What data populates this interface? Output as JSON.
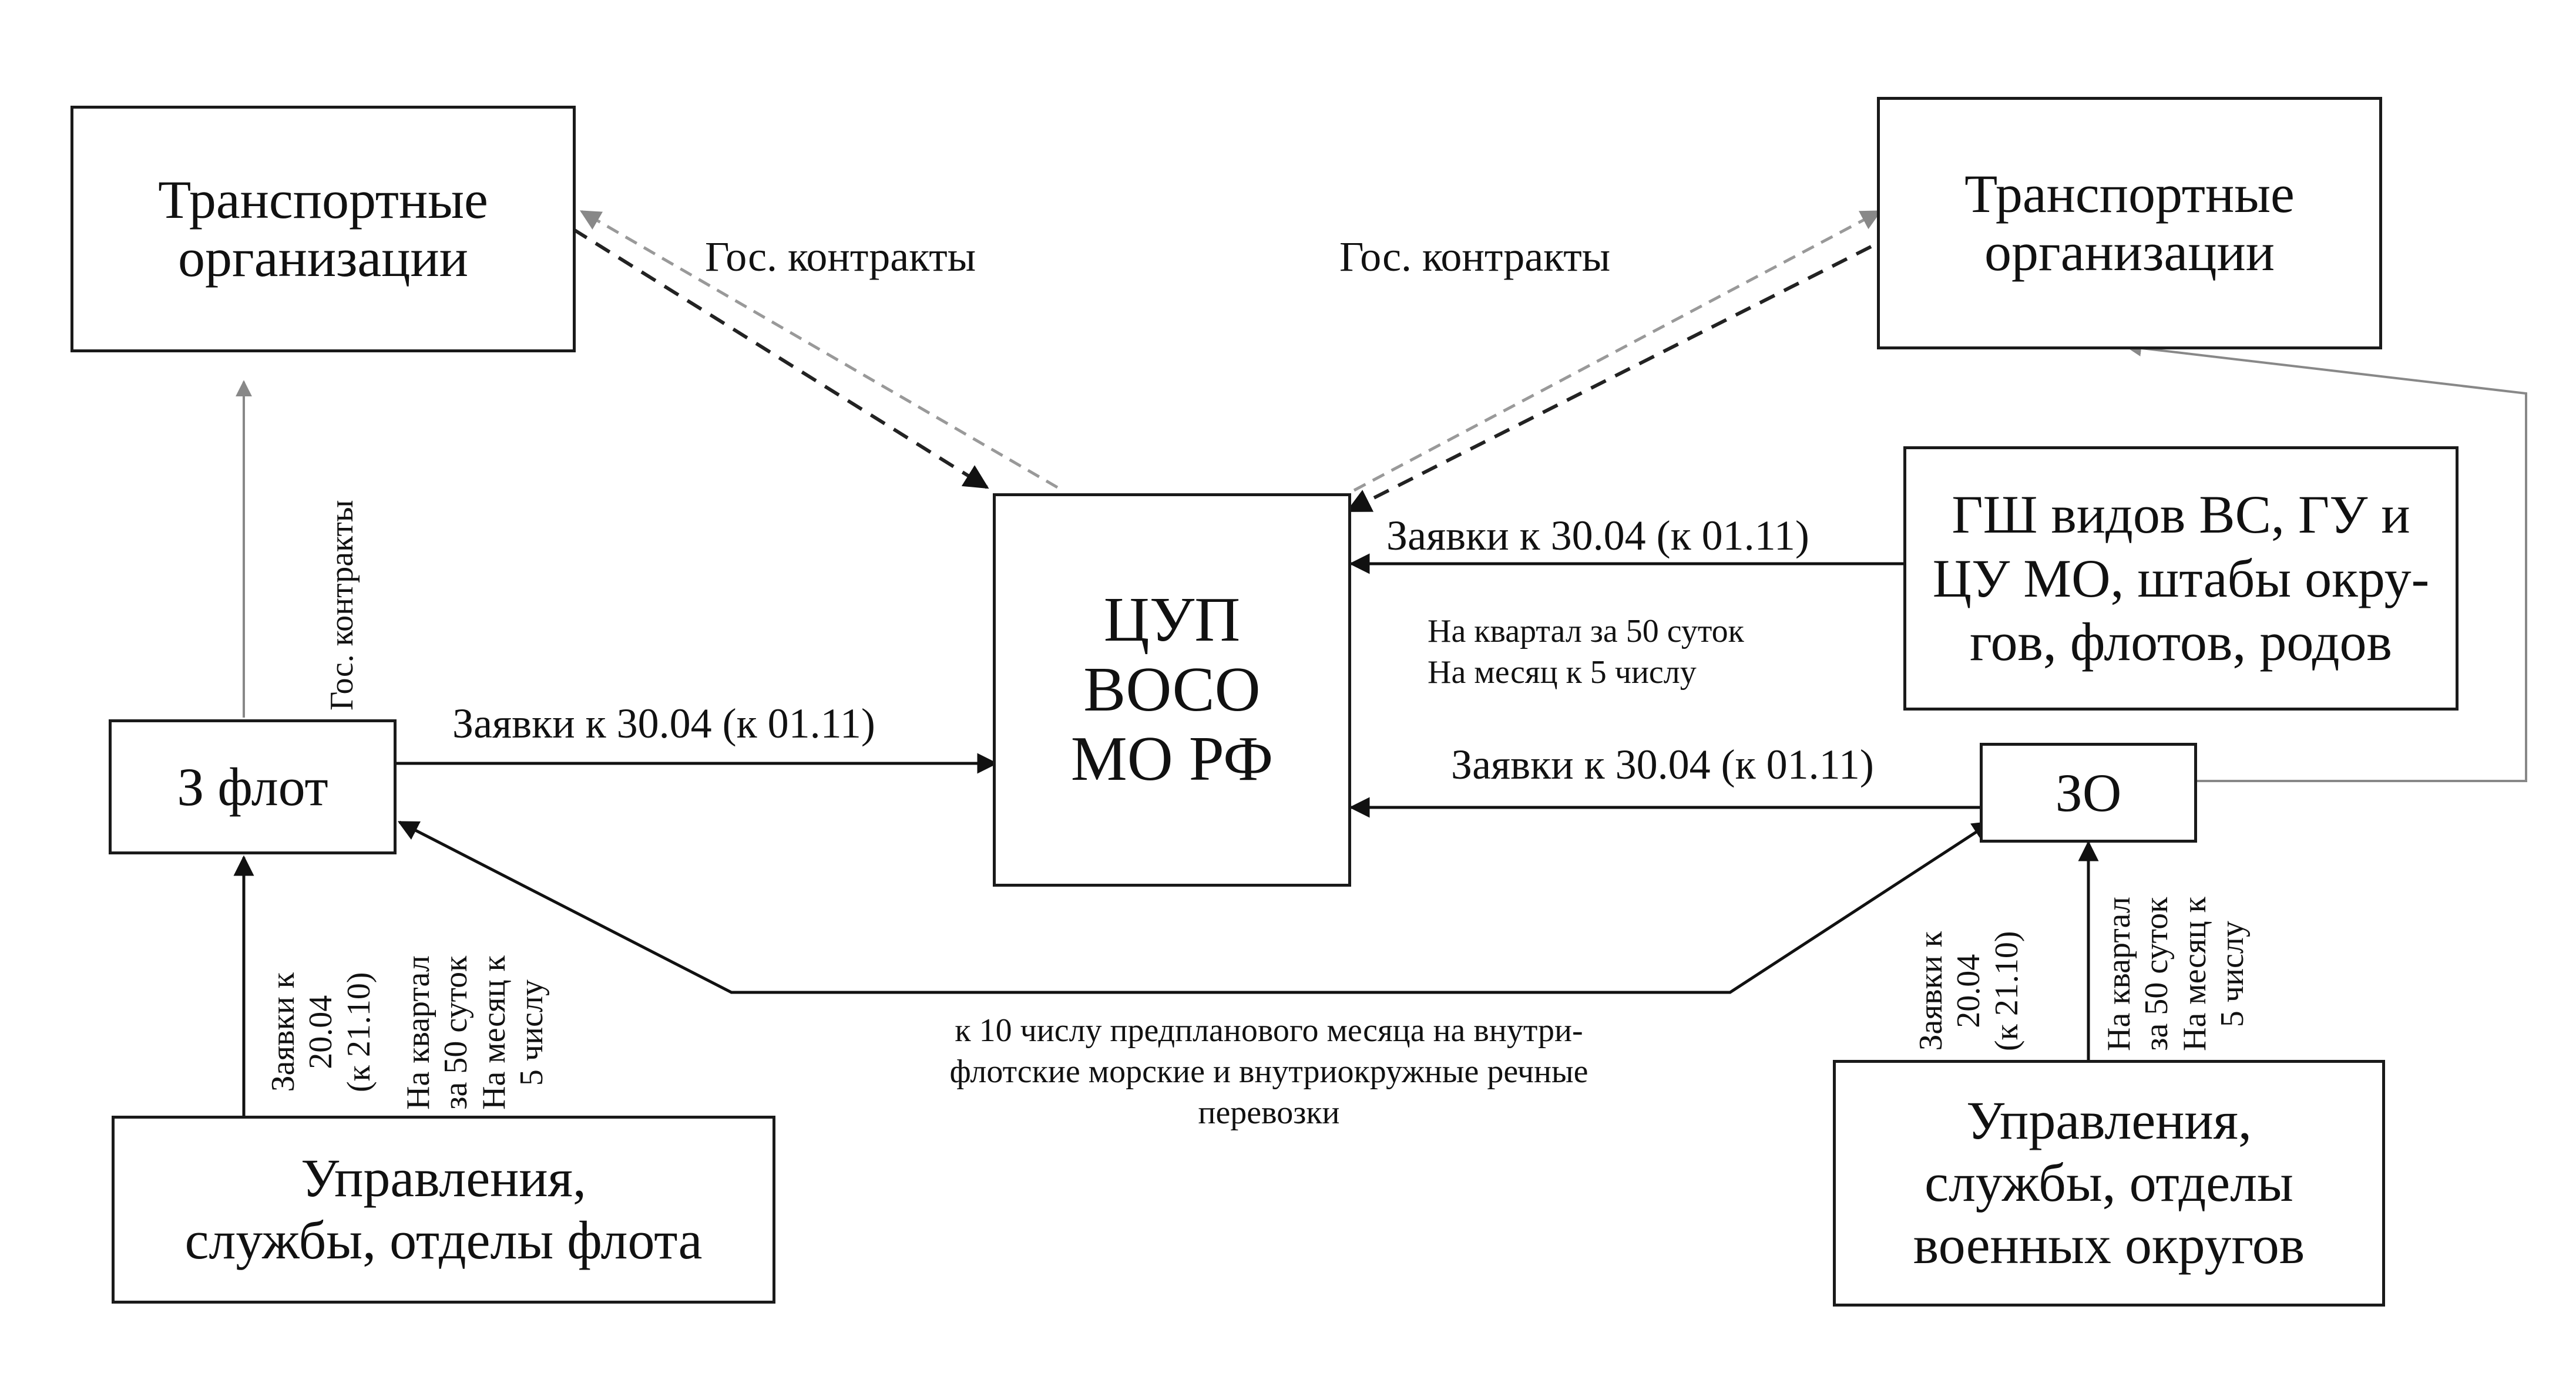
{
  "boxes": {
    "transport_left": [
      "Транспортные",
      "организации"
    ],
    "transport_right": [
      "Транспортные",
      "организации"
    ],
    "center": [
      "ЦУП",
      "ВОСО",
      "МО РФ"
    ],
    "flot": "З флот",
    "gsh": [
      "ГШ видов ВС, ГУ и",
      "ЦУ МО, штабы окру-",
      "гов, флотов, родов"
    ],
    "zo": "ЗО",
    "upr_flota": [
      "Управления,",
      "службы, отделы флота"
    ],
    "upr_okrugov": [
      "Управления,",
      "службы, отделы",
      "военных округов"
    ]
  },
  "labels": {
    "gos_left": "Гос. контракты",
    "gos_right": "Гос. контракты",
    "gos_vertical": "Гос. контракты",
    "zayavki_flot": "Заявки к 30.04 (к 01.11)",
    "zayavki_gsh": "Заявки к 30.04 (к 01.11)",
    "zayavki_zo": "Заявки к 30.04 (к 01.11)",
    "srok_gsh": [
      "На квартал за 50 суток",
      "На месяц к 5 числу"
    ],
    "bottom_note": [
      "к 10 числу предпланового месяца на внутри-",
      "флотские морские  и внутриокружные  речные",
      "перевозки"
    ],
    "flot_zayavki_vert": [
      "Заявки к",
      "20.04",
      "(к 21.10)"
    ],
    "flot_srok_vert": [
      "На квартал",
      "за 50 суток",
      "На месяц к",
      "5 числу"
    ],
    "zo_zayavki_vert": [
      "Заявки к",
      "20.04",
      "(к 21.10)"
    ],
    "zo_srok_vert": [
      "На квартал",
      "за 50 суток",
      "На месяц к",
      "5 числу"
    ]
  }
}
